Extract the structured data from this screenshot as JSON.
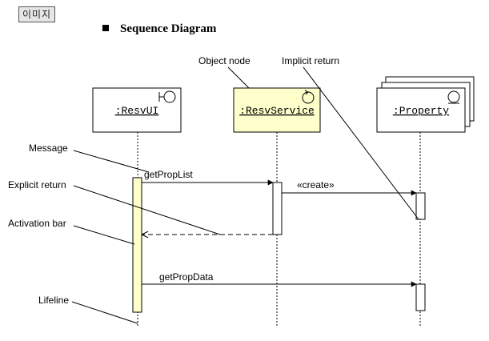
{
  "tag": "이미지",
  "heading": "Sequence Diagram",
  "objects": [
    {
      "name": ":ResvUI",
      "stereotype_icon": "boundary-icon"
    },
    {
      "name": ":ResvService",
      "stereotype_icon": "control-icon",
      "fill": "#ffffcc"
    },
    {
      "name": ":Property",
      "stereotype_icon": "entity-icon"
    }
  ],
  "messages": {
    "get_prop_list": "getPropList",
    "create": "«create»",
    "get_prop_data": "getPropData"
  },
  "callouts": {
    "object_node": "Object node",
    "implicit_return": "Implicit return",
    "message": "Message",
    "explicit_return": "Explicit return",
    "activation_bar": "Activation bar",
    "lifeline": "Lifeline"
  },
  "colors": {
    "activation_fill": "#ffffcc",
    "object_fill": "#ffffcc",
    "line": "#000000"
  }
}
